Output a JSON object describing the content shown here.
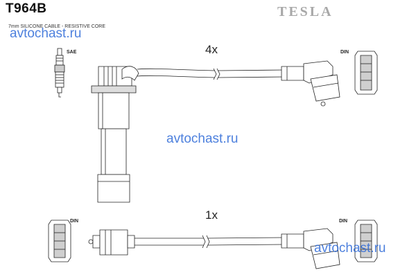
{
  "header": {
    "part_number": "T964B",
    "brand": "TESLA",
    "spec": "7mm SILICONE CABLE - RESISTIVE CORE"
  },
  "watermarks": [
    "avtochast.ru",
    "avtochast.ru",
    "avtochast.ru"
  ],
  "cables": [
    {
      "quantity": "4x",
      "end_a_label": "SAE",
      "end_b_label": "DIN"
    },
    {
      "quantity": "1x",
      "end_a_label": "DIN",
      "end_b_label": "DIN"
    }
  ]
}
